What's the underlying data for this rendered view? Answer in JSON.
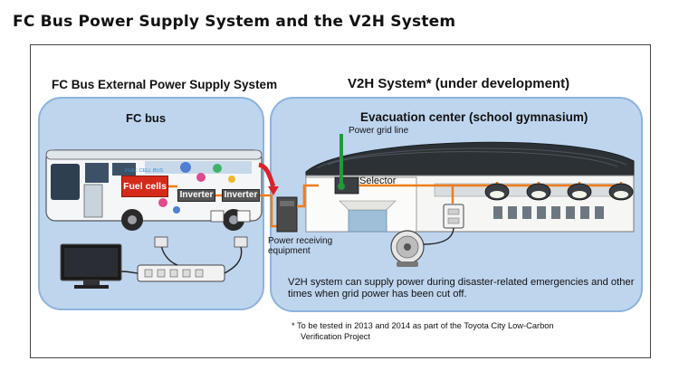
{
  "title": "FC Bus Power Supply System and the V2H System",
  "left_section": {
    "heading": "FC Bus External Power Supply System",
    "panel_label": "FC bus",
    "bus_tags": {
      "fuel_cells": "Fuel cells",
      "inverter_1": "Inverter",
      "inverter_2": "Inverter"
    },
    "bus_display": "FUEL CELL BUS"
  },
  "right_section": {
    "heading": "V2H System* (under development)",
    "panel_label": "Evacuation center (school gymnasium)",
    "power_grid_label": "Power grid line",
    "selector_label": "Selector",
    "receiver_label_line1": "Power receiving",
    "receiver_label_line2": "equipment",
    "description": "V2H system can supply power during disaster-related emergencies and other times when grid power has been cut off."
  },
  "footnote": {
    "line1": "* To be tested in 2013 and 2014 as part of the Toyota City Low-Carbon",
    "line2": "Verification Project"
  },
  "colors": {
    "panel_fill": "#bed5ee",
    "panel_border": "#8db3dc",
    "power_line": "#f07d19",
    "grid_line": "#1f9a3a",
    "fuel_cell_tag": "#d52a1a",
    "arrow": "#d9232b"
  }
}
